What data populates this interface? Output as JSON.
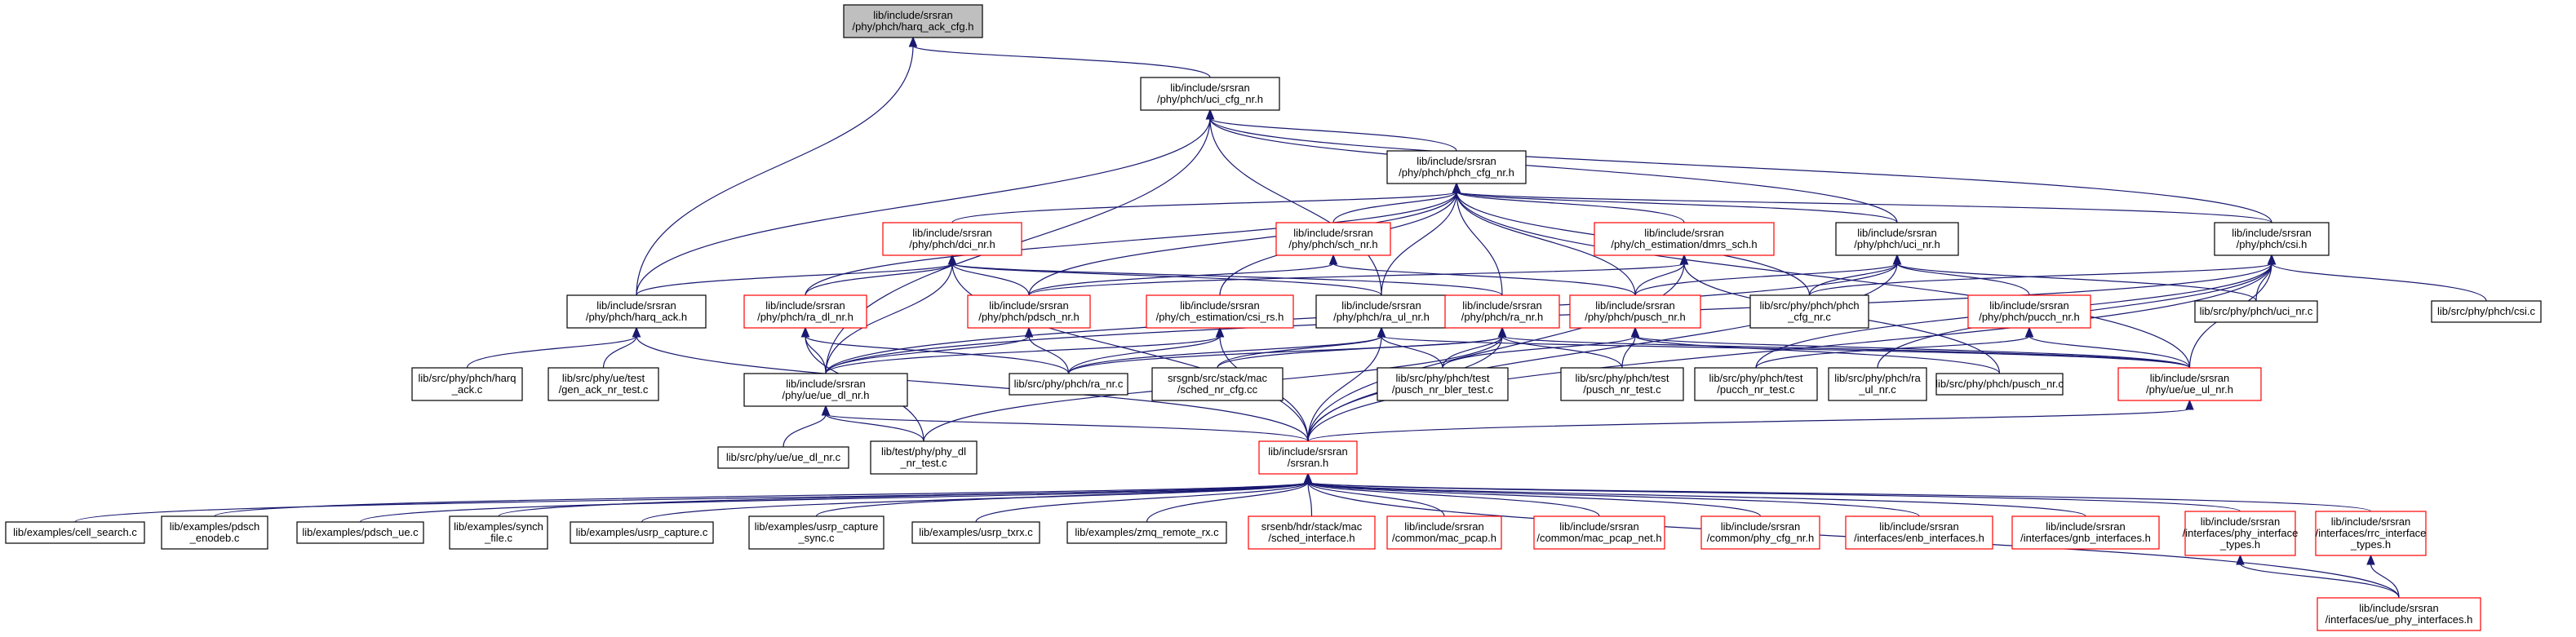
{
  "colors": {
    "edge": "#191970",
    "focus_fill": "#bfbfbf",
    "border_default": "#000000",
    "border_red": "#ff0000",
    "fill_default": "#ffffff"
  },
  "nodes": [
    {
      "id": "harq_ack_cfg",
      "lines": [
        "lib/include/srsran",
        "/phy/phch/harq_ack_cfg.h"
      ],
      "style": "focus"
    },
    {
      "id": "uci_cfg_nr",
      "lines": [
        "lib/include/srsran",
        "/phy/phch/uci_cfg_nr.h"
      ],
      "style": "black"
    },
    {
      "id": "phch_cfg_nr",
      "lines": [
        "lib/include/srsran",
        "/phy/phch/phch_cfg_nr.h"
      ],
      "style": "black"
    },
    {
      "id": "dci_nr",
      "lines": [
        "lib/include/srsran",
        "/phy/phch/dci_nr.h"
      ],
      "style": "red"
    },
    {
      "id": "sch_nr",
      "lines": [
        "lib/include/srsran",
        "/phy/phch/sch_nr.h"
      ],
      "style": "red"
    },
    {
      "id": "dmrs_sch",
      "lines": [
        "lib/include/srsran",
        "/phy/ch_estimation/dmrs_sch.h"
      ],
      "style": "red"
    },
    {
      "id": "uci_nr",
      "lines": [
        "lib/include/srsran",
        "/phy/phch/uci_nr.h"
      ],
      "style": "black"
    },
    {
      "id": "csi",
      "lines": [
        "lib/include/srsran",
        "/phy/phch/csi.h"
      ],
      "style": "black"
    },
    {
      "id": "harq_ack",
      "lines": [
        "lib/include/srsran",
        "/phy/phch/harq_ack.h"
      ],
      "style": "black"
    },
    {
      "id": "ra_dl_nr",
      "lines": [
        "lib/include/srsran",
        "/phy/phch/ra_dl_nr.h"
      ],
      "style": "red"
    },
    {
      "id": "pdsch_nr",
      "lines": [
        "lib/include/srsran",
        "/phy/phch/pdsch_nr.h"
      ],
      "style": "red"
    },
    {
      "id": "csi_rs",
      "lines": [
        "lib/include/srsran",
        "/phy/ch_estimation/csi_rs.h"
      ],
      "style": "red"
    },
    {
      "id": "ra_ul_nr",
      "lines": [
        "lib/include/srsran",
        "/phy/phch/ra_ul_nr.h"
      ],
      "style": "black"
    },
    {
      "id": "ra_nr",
      "lines": [
        "lib/include/srsran",
        "/phy/phch/ra_nr.h"
      ],
      "style": "red"
    },
    {
      "id": "pusch_nr",
      "lines": [
        "lib/include/srsran",
        "/phy/phch/pusch_nr.h"
      ],
      "style": "red"
    },
    {
      "id": "phch_cfg_nr_c",
      "lines": [
        "lib/src/phy/phch/phch",
        "_cfg_nr.c"
      ],
      "style": "black"
    },
    {
      "id": "pucch_nr",
      "lines": [
        "lib/include/srsran",
        "/phy/phch/pucch_nr.h"
      ],
      "style": "red"
    },
    {
      "id": "uci_nr_c",
      "lines": [
        "lib/src/phy/phch/uci_nr.c"
      ],
      "style": "black"
    },
    {
      "id": "csi_c",
      "lines": [
        "lib/src/phy/phch/csi.c"
      ],
      "style": "black"
    },
    {
      "id": "harq_ack_c",
      "lines": [
        "lib/src/phy/phch/harq",
        "_ack.c"
      ],
      "style": "black"
    },
    {
      "id": "gen_ack",
      "lines": [
        "lib/src/phy/ue/test",
        "/gen_ack_nr_test.c"
      ],
      "style": "black"
    },
    {
      "id": "ue_dl_nr",
      "lines": [
        "lib/include/srsran",
        "/phy/ue/ue_dl_nr.h"
      ],
      "style": "black"
    },
    {
      "id": "ra_nr_c",
      "lines": [
        "lib/src/phy/phch/ra_nr.c"
      ],
      "style": "black"
    },
    {
      "id": "sched_nr_cfg",
      "lines": [
        "srsgnb/src/stack/mac",
        "/sched_nr_cfg.cc"
      ],
      "style": "black"
    },
    {
      "id": "pusch_nr_bler",
      "lines": [
        "lib/src/phy/phch/test",
        "/pusch_nr_bler_test.c"
      ],
      "style": "black"
    },
    {
      "id": "pusch_nr_test",
      "lines": [
        "lib/src/phy/phch/test",
        "/pusch_nr_test.c"
      ],
      "style": "black"
    },
    {
      "id": "pucch_nr_test",
      "lines": [
        "lib/src/phy/phch/test",
        "/pucch_nr_test.c"
      ],
      "style": "black"
    },
    {
      "id": "ra_ul_nr_c",
      "lines": [
        "lib/src/phy/phch/ra",
        "_ul_nr.c"
      ],
      "style": "black"
    },
    {
      "id": "pusch_nr_c",
      "lines": [
        "lib/src/phy/phch/pusch_nr.c"
      ],
      "style": "black"
    },
    {
      "id": "ue_ul_nr",
      "lines": [
        "lib/include/srsran",
        "/phy/ue/ue_ul_nr.h"
      ],
      "style": "red"
    },
    {
      "id": "ue_dl_nr_c",
      "lines": [
        "lib/src/phy/ue/ue_dl_nr.c"
      ],
      "style": "black"
    },
    {
      "id": "phy_dl_nr_test",
      "lines": [
        "lib/test/phy/phy_dl",
        "_nr_test.c"
      ],
      "style": "black"
    },
    {
      "id": "srsran_h",
      "lines": [
        "lib/include/srsran",
        "/srsran.h"
      ],
      "style": "red"
    },
    {
      "id": "cell_search",
      "lines": [
        "lib/examples/cell_search.c"
      ],
      "style": "black"
    },
    {
      "id": "pdsch_enodeb",
      "lines": [
        "lib/examples/pdsch",
        "_enodeb.c"
      ],
      "style": "black"
    },
    {
      "id": "pdsch_ue",
      "lines": [
        "lib/examples/pdsch_ue.c"
      ],
      "style": "black"
    },
    {
      "id": "synch_file",
      "lines": [
        "lib/examples/synch",
        "_file.c"
      ],
      "style": "black"
    },
    {
      "id": "usrp_capture",
      "lines": [
        "lib/examples/usrp_capture.c"
      ],
      "style": "black"
    },
    {
      "id": "usrp_capture_sync",
      "lines": [
        "lib/examples/usrp_capture",
        "_sync.c"
      ],
      "style": "black"
    },
    {
      "id": "usrp_txrx",
      "lines": [
        "lib/examples/usrp_txrx.c"
      ],
      "style": "black"
    },
    {
      "id": "zmq_remote_rx",
      "lines": [
        "lib/examples/zmq_remote_rx.c"
      ],
      "style": "black"
    },
    {
      "id": "sched_interface",
      "lines": [
        "srsenb/hdr/stack/mac",
        "/sched_interface.h"
      ],
      "style": "red"
    },
    {
      "id": "mac_pcap",
      "lines": [
        "lib/include/srsran",
        "/common/mac_pcap.h"
      ],
      "style": "red"
    },
    {
      "id": "mac_pcap_net",
      "lines": [
        "lib/include/srsran",
        "/common/mac_pcap_net.h"
      ],
      "style": "red"
    },
    {
      "id": "phy_cfg_nr",
      "lines": [
        "lib/include/srsran",
        "/common/phy_cfg_nr.h"
      ],
      "style": "red"
    },
    {
      "id": "enb_interfaces",
      "lines": [
        "lib/include/srsran",
        "/interfaces/enb_interfaces.h"
      ],
      "style": "red"
    },
    {
      "id": "gnb_interfaces",
      "lines": [
        "lib/include/srsran",
        "/interfaces/gnb_interfaces.h"
      ],
      "style": "red"
    },
    {
      "id": "phy_interface_types",
      "lines": [
        "lib/include/srsran",
        "/interfaces/phy_interface",
        "_types.h"
      ],
      "style": "red"
    },
    {
      "id": "rrc_interface_types",
      "lines": [
        "lib/include/srsran",
        "/interfaces/rrc_interface",
        "_types.h"
      ],
      "style": "red"
    },
    {
      "id": "ue_phy_interfaces",
      "lines": [
        "lib/include/srsran",
        "/interfaces/ue_phy_interfaces.h"
      ],
      "style": "red"
    }
  ],
  "edges": [
    [
      "harq_ack_cfg",
      "uci_cfg_nr"
    ],
    [
      "harq_ack_cfg",
      "harq_ack"
    ],
    [
      "uci_cfg_nr",
      "phch_cfg_nr"
    ],
    [
      "uci_cfg_nr",
      "harq_ack"
    ],
    [
      "uci_cfg_nr",
      "uci_nr"
    ],
    [
      "uci_cfg_nr",
      "csi"
    ],
    [
      "uci_cfg_nr",
      "ra_ul_nr"
    ],
    [
      "uci_cfg_nr",
      "ue_dl_nr"
    ],
    [
      "phch_cfg_nr",
      "dci_nr"
    ],
    [
      "phch_cfg_nr",
      "sch_nr"
    ],
    [
      "phch_cfg_nr",
      "dmrs_sch"
    ],
    [
      "phch_cfg_nr",
      "uci_nr"
    ],
    [
      "phch_cfg_nr",
      "csi"
    ],
    [
      "phch_cfg_nr",
      "pdsch_nr"
    ],
    [
      "phch_cfg_nr",
      "ra_ul_nr"
    ],
    [
      "phch_cfg_nr",
      "ra_nr"
    ],
    [
      "phch_cfg_nr",
      "pusch_nr"
    ],
    [
      "phch_cfg_nr",
      "phch_cfg_nr_c"
    ],
    [
      "phch_cfg_nr",
      "ra_dl_nr"
    ],
    [
      "phch_cfg_nr",
      "csi_rs"
    ],
    [
      "phch_cfg_nr",
      "ue_ul_nr"
    ],
    [
      "dci_nr",
      "ra_dl_nr"
    ],
    [
      "dci_nr",
      "ra_ul_nr"
    ],
    [
      "dci_nr",
      "harq_ack"
    ],
    [
      "dci_nr",
      "ue_dl_nr"
    ],
    [
      "dci_nr",
      "srsran_h"
    ],
    [
      "dci_nr",
      "ra_nr"
    ],
    [
      "dci_nr",
      "pdsch_nr"
    ],
    [
      "sch_nr",
      "pdsch_nr"
    ],
    [
      "sch_nr",
      "pusch_nr"
    ],
    [
      "dmrs_sch",
      "pusch_nr"
    ],
    [
      "dmrs_sch",
      "pdsch_nr"
    ],
    [
      "dmrs_sch",
      "pusch_nr_c"
    ],
    [
      "dmrs_sch",
      "srsran_h"
    ],
    [
      "uci_nr",
      "pusch_nr"
    ],
    [
      "uci_nr",
      "pucch_nr"
    ],
    [
      "uci_nr",
      "phch_cfg_nr_c"
    ],
    [
      "uci_nr",
      "uci_nr_c"
    ],
    [
      "uci_nr",
      "srsran_h"
    ],
    [
      "uci_nr",
      "ue_dl_nr"
    ],
    [
      "csi",
      "uci_nr_c"
    ],
    [
      "csi",
      "csi_c"
    ],
    [
      "csi",
      "phch_cfg_nr_c"
    ],
    [
      "csi",
      "ra_ul_nr_c"
    ],
    [
      "csi",
      "pucch_nr_test"
    ],
    [
      "csi",
      "ue_dl_nr"
    ],
    [
      "csi",
      "srsran_h"
    ],
    [
      "csi",
      "ue_ul_nr"
    ],
    [
      "harq_ack",
      "harq_ack_c"
    ],
    [
      "harq_ack",
      "gen_ack"
    ],
    [
      "harq_ack",
      "srsran_h"
    ],
    [
      "ra_dl_nr",
      "ra_nr_c"
    ],
    [
      "ra_dl_nr",
      "ue_dl_nr"
    ],
    [
      "ra_dl_nr",
      "phy_dl_nr_test"
    ],
    [
      "pdsch_nr",
      "ue_dl_nr"
    ],
    [
      "pdsch_nr",
      "ra_nr_c"
    ],
    [
      "csi_rs",
      "ue_dl_nr"
    ],
    [
      "csi_rs",
      "srsran_h"
    ],
    [
      "csi_rs",
      "ra_nr_c"
    ],
    [
      "ra_ul_nr",
      "ue_ul_nr"
    ],
    [
      "ra_ul_nr",
      "ra_nr_c"
    ],
    [
      "ra_ul_nr",
      "sched_nr_cfg"
    ],
    [
      "ra_ul_nr",
      "srsran_h"
    ],
    [
      "ra_ul_nr",
      "pusch_nr_bler"
    ],
    [
      "ra_nr",
      "ra_nr_c"
    ],
    [
      "ra_nr",
      "sched_nr_cfg"
    ],
    [
      "ra_nr",
      "pusch_nr_bler"
    ],
    [
      "ra_nr",
      "pusch_nr_test"
    ],
    [
      "ra_nr",
      "srsran_h"
    ],
    [
      "ra_nr",
      "phy_dl_nr_test"
    ],
    [
      "ra_nr",
      "ue_ul_nr"
    ],
    [
      "pusch_nr",
      "pusch_nr_bler"
    ],
    [
      "pusch_nr",
      "pusch_nr_test"
    ],
    [
      "pusch_nr",
      "pusch_nr_c"
    ],
    [
      "pusch_nr",
      "ue_ul_nr"
    ],
    [
      "pucch_nr",
      "pucch_nr_test"
    ],
    [
      "pucch_nr",
      "ue_ul_nr"
    ],
    [
      "ue_dl_nr",
      "ue_dl_nr_c"
    ],
    [
      "ue_dl_nr",
      "phy_dl_nr_test"
    ],
    [
      "ue_dl_nr",
      "srsran_h"
    ],
    [
      "ue_ul_nr",
      "srsran_h"
    ],
    [
      "srsran_h",
      "cell_search"
    ],
    [
      "srsran_h",
      "pdsch_enodeb"
    ],
    [
      "srsran_h",
      "pdsch_ue"
    ],
    [
      "srsran_h",
      "synch_file"
    ],
    [
      "srsran_h",
      "usrp_capture"
    ],
    [
      "srsran_h",
      "usrp_capture_sync"
    ],
    [
      "srsran_h",
      "usrp_txrx"
    ],
    [
      "srsran_h",
      "zmq_remote_rx"
    ],
    [
      "srsran_h",
      "sched_interface"
    ],
    [
      "srsran_h",
      "mac_pcap"
    ],
    [
      "srsran_h",
      "mac_pcap_net"
    ],
    [
      "srsran_h",
      "phy_cfg_nr"
    ],
    [
      "srsran_h",
      "enb_interfaces"
    ],
    [
      "srsran_h",
      "gnb_interfaces"
    ],
    [
      "srsran_h",
      "phy_interface_types"
    ],
    [
      "srsran_h",
      "rrc_interface_types"
    ],
    [
      "srsran_h",
      "ue_phy_interfaces"
    ],
    [
      "phy_interface_types",
      "ue_phy_interfaces"
    ],
    [
      "rrc_interface_types",
      "ue_phy_interfaces"
    ]
  ]
}
